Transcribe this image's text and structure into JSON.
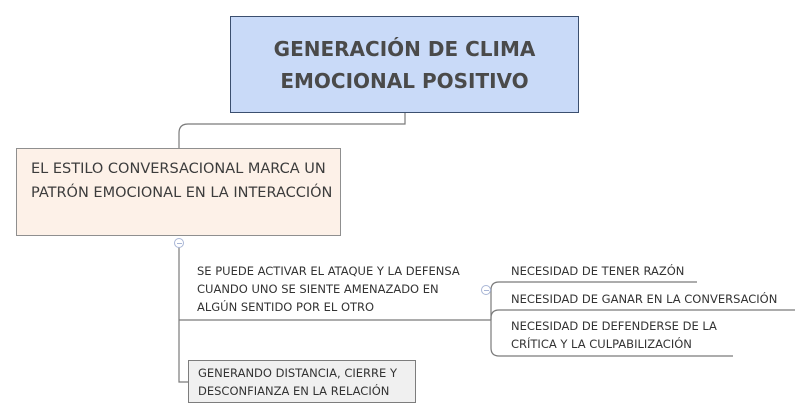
{
  "diagram": {
    "type": "mind-map",
    "colors": {
      "root_fill": "#c9daf8",
      "root_border": "#3b4f6f",
      "main_fill": "#fdf1e8",
      "callout_fill": "#f0f0f0",
      "connector": "#7a7a7a",
      "collapse_icon": "#a9b6d6"
    },
    "root": {
      "line1": "GENERACIÓN DE CLIMA",
      "line2": "EMOCIONAL POSITIVO"
    },
    "main_topic": {
      "text": "EL ESTILO CONVERSACIONAL MARCA UN PATRÓN EMOCIONAL EN LA INTERACCIÓN"
    },
    "subtopics": [
      {
        "text": "SE PUEDE ACTIVAR EL ATAQUE Y LA DEFENSA CUANDO UNO SE SIENTE AMENAZADO EN ALGÚN SENTIDO POR EL OTRO",
        "children": [
          "NECESIDAD DE TENER RAZÓN",
          "NECESIDAD DE GANAR EN LA CONVERSACIÓN",
          "NECESIDAD DE DEFENDERSE DE LA CRÍTICA Y LA CULPABILIZACIÓN"
        ]
      },
      {
        "text": "GENERANDO DISTANCIA, CIERRE Y DESCONFIANZA EN LA RELACIÓN"
      }
    ]
  }
}
